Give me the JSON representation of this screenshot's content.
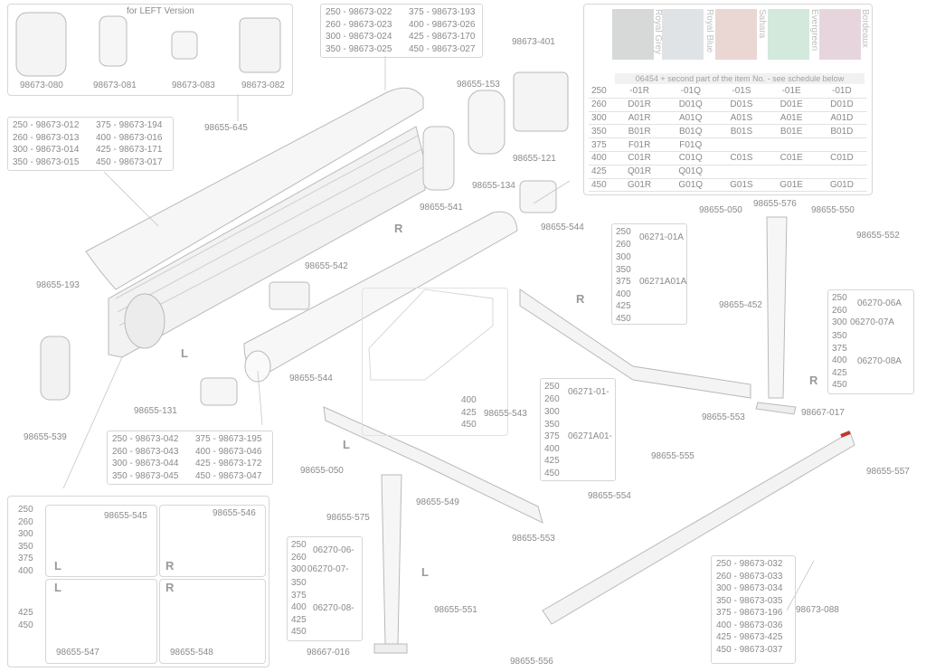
{
  "left_version": {
    "title": "for LEFT Version",
    "parts": [
      "98673-080",
      "98673-081",
      "98673-083",
      "98673-082"
    ],
    "group": "98655-645"
  },
  "front_tube_sizes": [
    "250 - 98673-022",
    "260 - 98673-023",
    "300 - 98673-024",
    "350 - 98673-025",
    "375 - 98673-193",
    "400 - 98673-026",
    "425 - 98673-170",
    "450 - 98673-027"
  ],
  "left_profile_sizes": [
    "250 - 98673-012",
    "260 - 98673-013",
    "300 - 98673-014",
    "350 - 98673-015",
    "375 - 98673-194",
    "400 - 98673-016",
    "425 - 98673-171",
    "450 - 98673-017"
  ],
  "roller_sizes": [
    "250 - 98673-042",
    "260 - 98673-043",
    "300 - 98673-044",
    "350 - 98673-045",
    "375 - 98673-195",
    "400 - 98673-046",
    "425 - 98673-172",
    "450 - 98673-047"
  ],
  "front_bar_sizes": [
    "250 - 98673-032",
    "260 - 98673-033",
    "300 - 98673-034",
    "350 - 98673-035",
    "375 - 98673-196",
    "400 - 98673-036",
    "425 - 98673-425",
    "450 - 98673-037"
  ],
  "fabric": {
    "colors": [
      {
        "name": "Royal Grey",
        "color": "#d7d8d8"
      },
      {
        "name": "Royal Blue",
        "color": "#dfe3e6"
      },
      {
        "name": "Sahara",
        "color": "#ead6d3"
      },
      {
        "name": "Evergreen",
        "color": "#d2e9dc"
      },
      {
        "name": "Bordeaux",
        "color": "#e7d5de"
      }
    ],
    "header": "06454 + second part of the item No. - see schedule below",
    "sizes": [
      "250",
      "260",
      "300",
      "350",
      "375",
      "400",
      "425",
      "450"
    ],
    "columns": [
      [
        "-01R",
        "D01R",
        "A01R",
        "B01R",
        "F01R",
        "C01R",
        "Q01R",
        "G01R"
      ],
      [
        "-01Q",
        "D01Q",
        "A01Q",
        "B01Q",
        "F01Q",
        "C01Q",
        "Q01Q",
        "G01Q"
      ],
      [
        "-01S",
        "D01S",
        "A01S",
        "B01S",
        "",
        "C01S",
        "",
        "G01S"
      ],
      [
        "-01E",
        "D01E",
        "A01E",
        "B01E",
        "",
        "C01E",
        "",
        "G01E"
      ],
      [
        "-01D",
        "D01D",
        "A01D",
        "B01D",
        "",
        "C01D",
        "",
        "G01D"
      ]
    ]
  },
  "part_labels": {
    "p401": "98673-401",
    "p153": "98655-153",
    "p134": "98655-134",
    "p121": "98655-121",
    "p541": "98655-541",
    "p542": "98655-542",
    "p193": "98655-193",
    "p539": "98655-539",
    "p131": "98655-131",
    "p544a": "98655-544",
    "p544b": "98655-544",
    "p543": "98655-543",
    "p050a": "98655-050",
    "p576": "98655-576",
    "p550": "98655-550",
    "p552": "98655-552",
    "p452": "98655-452",
    "p017": "98667-017",
    "p553a": "98655-553",
    "p555": "98655-555",
    "p557": "98655-557",
    "p554": "98655-554",
    "p050b": "98655-050",
    "p575": "98655-575",
    "p549": "98655-549",
    "p551": "98655-551",
    "p553b": "98655-553",
    "p556": "98655-556",
    "p016": "98667-016",
    "p088": "98673-088"
  },
  "arm_right": {
    "sizes_a": [
      "250",
      "260"
    ],
    "code_a": "06271-01A",
    "sizes_b": [
      "300",
      "350",
      "375",
      "400",
      "425",
      "450"
    ],
    "code_b": "06271A01A"
  },
  "arm_left": {
    "sizes_a": [
      "250",
      "260"
    ],
    "code_a": "06271-01-",
    "sizes_b": [
      "300",
      "350",
      "375",
      "400",
      "425",
      "450"
    ],
    "code_b": "06271A01-"
  },
  "leg_right": {
    "sizes_a": [
      "250",
      "260"
    ],
    "code_a": "06270-06A",
    "sizes_b": [
      "300"
    ],
    "code_b": "06270-07A",
    "sizes_c": [
      "350",
      "375",
      "400",
      "425",
      "450"
    ],
    "code_c": "06270-08A"
  },
  "leg_left": {
    "sizes_a": [
      "250",
      "260"
    ],
    "code_a": "06270-06-",
    "sizes_b": [
      "300"
    ],
    "code_b": "06270-07-",
    "sizes_c": [
      "350",
      "375",
      "400",
      "425",
      "450"
    ],
    "code_c": "06270-08-"
  },
  "bracket_543": {
    "sizes": [
      "400",
      "425",
      "450"
    ]
  },
  "brackets": {
    "sizes_top": [
      "250",
      "260",
      "300",
      "350",
      "375",
      "400"
    ],
    "sizes_bottom": [
      "425",
      "450"
    ],
    "p545": "98655-545",
    "p546": "98655-546",
    "p547": "98655-547",
    "p548": "98655-548"
  },
  "side_marks": {
    "L": "L",
    "R": "R"
  }
}
